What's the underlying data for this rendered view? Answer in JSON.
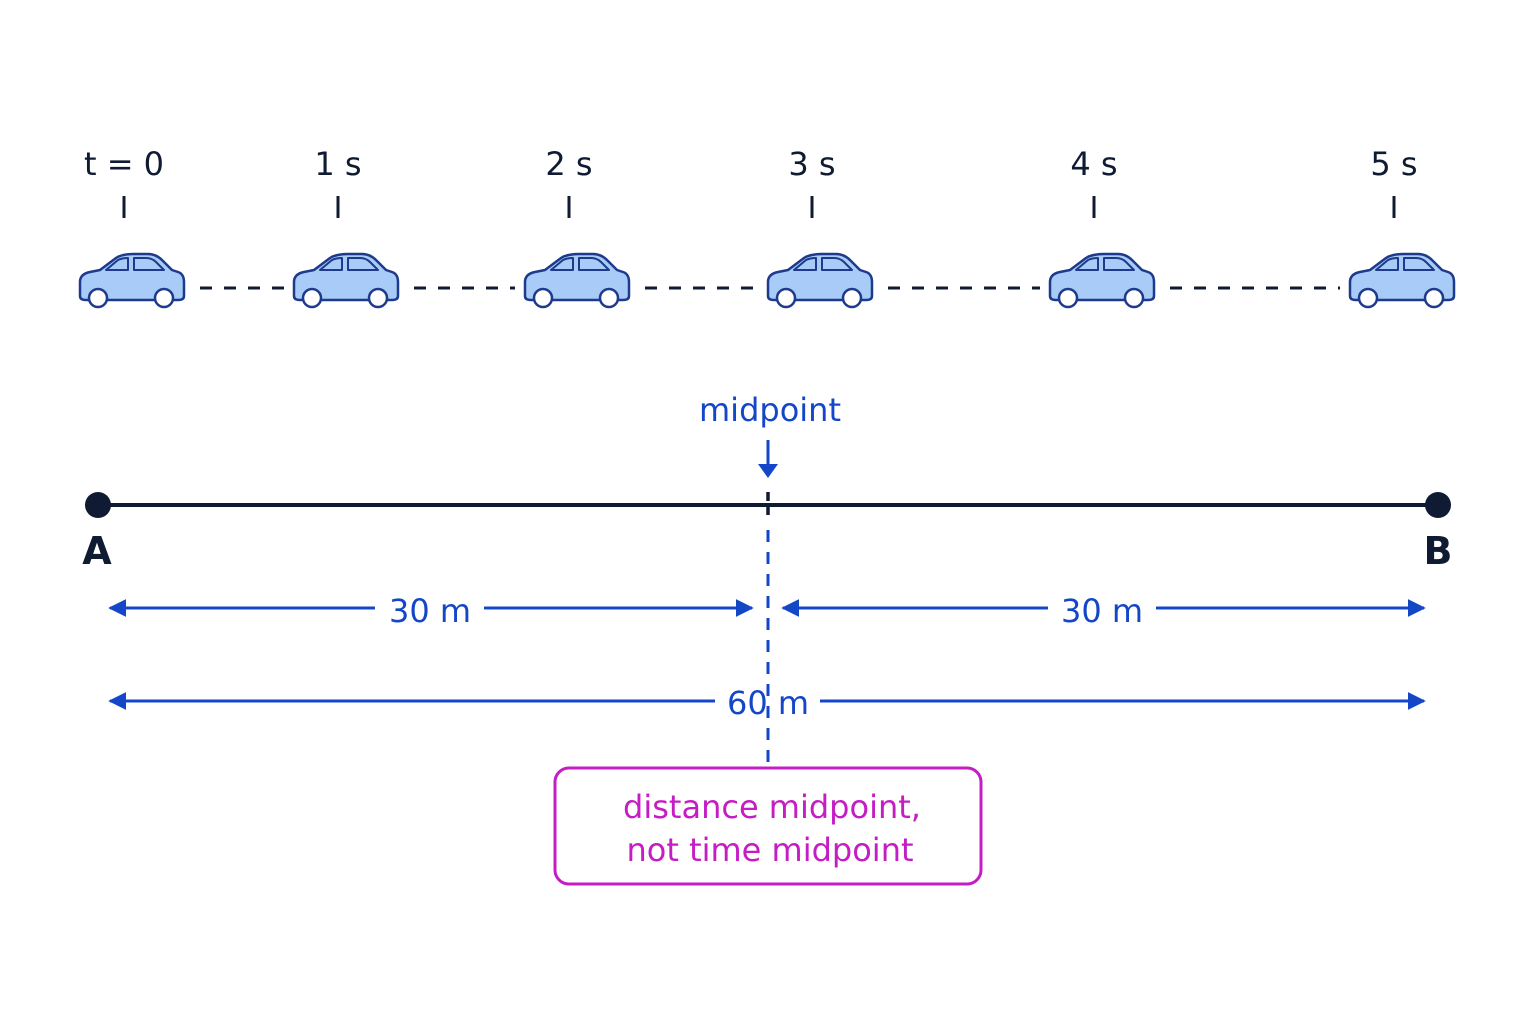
{
  "colors": {
    "ink": "#0f1a33",
    "blue": "#1447c8",
    "magenta": "#c41dc4",
    "car_fill": "#a8ccf7",
    "car_stroke": "#1d3a8c"
  },
  "timeline": {
    "cars": [
      {
        "time": 0,
        "label": "t = 0"
      },
      {
        "time": 1,
        "label": "1 s"
      },
      {
        "time": 2,
        "label": "2 s"
      },
      {
        "time": 3,
        "label": "3 s"
      },
      {
        "time": 4,
        "label": "4 s"
      },
      {
        "time": 5,
        "label": "5 s"
      }
    ],
    "icon": "car-icon"
  },
  "track": {
    "start_label": "A",
    "end_label": "B",
    "midpoint_label": "midpoint",
    "half_left_label": "30 m",
    "half_right_label": "30 m",
    "total_label": "60 m"
  },
  "note": {
    "line1": "distance midpoint,",
    "line2": "not time midpoint"
  }
}
